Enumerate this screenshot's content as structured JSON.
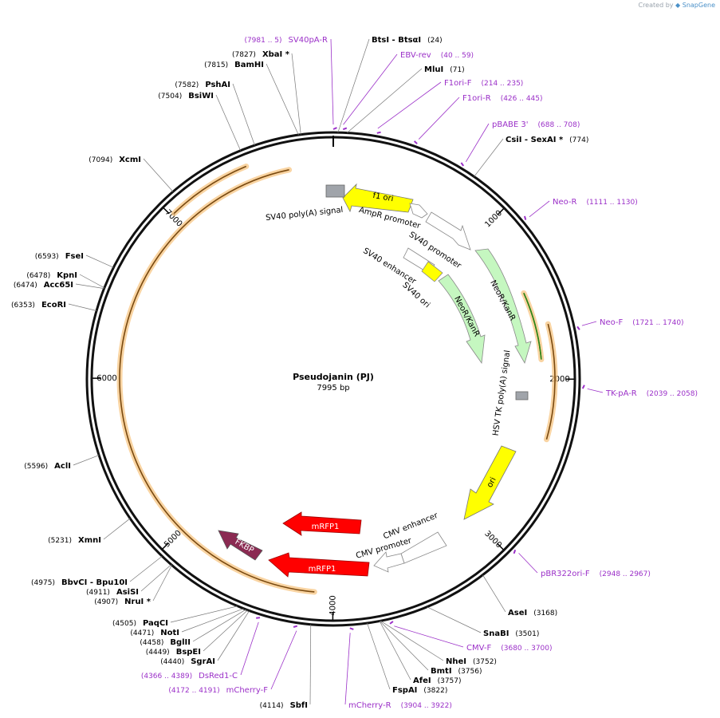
{
  "credit": {
    "prefix": "Created by",
    "brand": "SnapGene"
  },
  "plasmid": {
    "name": "Pseudojanin (PJ)",
    "length_label": "7995 bp",
    "length": 7995
  },
  "colors": {
    "primer": "#9b30c8",
    "enzyme": "#000000",
    "ticks": "#000000",
    "orf_fill": "#c77b1a",
    "orf_glow": "#f6c27a"
  },
  "ticks": [
    {
      "label": "1000",
      "pos": 1000
    },
    {
      "label": "2000",
      "pos": 2000
    },
    {
      "label": "3000",
      "pos": 3000
    },
    {
      "label": "4000",
      "pos": 4000
    },
    {
      "label": "5000",
      "pos": 5000
    },
    {
      "label": "6000",
      "pos": 6000
    },
    {
      "label": "7000",
      "pos": 7000
    }
  ],
  "enzymes": [
    {
      "name": "BtsI",
      "name2": "BtsαI",
      "pos": "(24)",
      "site": 24
    },
    {
      "name": "MluI",
      "pos": "(71)",
      "site": 71
    },
    {
      "name": "CsiI",
      "name2": "SexAI *",
      "pos": "(774)",
      "site": 774
    },
    {
      "name": "AseI",
      "pos": "(3168)",
      "site": 3168
    },
    {
      "name": "SnaBI",
      "pos": "(3501)",
      "site": 3501
    },
    {
      "name": "NheI",
      "pos": "(3752)",
      "site": 3752
    },
    {
      "name": "BmtI",
      "pos": "(3756)",
      "site": 3756
    },
    {
      "name": "AfeI",
      "pos": "(3757)",
      "site": 3757
    },
    {
      "name": "FspAI",
      "pos": "(3822)",
      "site": 3822
    },
    {
      "name": "SbfI",
      "pos": "(4114)",
      "site": 4114
    },
    {
      "name": "SgrAI",
      "pos": "(4440)",
      "site": 4440
    },
    {
      "name": "BspEI",
      "pos": "(4449)",
      "site": 4449
    },
    {
      "name": "BglII",
      "pos": "(4458)",
      "site": 4458
    },
    {
      "name": "NotI",
      "pos": "(4471)",
      "site": 4471
    },
    {
      "name": "PaqCI",
      "pos": "(4505)",
      "site": 4505
    },
    {
      "name": "NruI *",
      "pos": "(4907)",
      "site": 4907
    },
    {
      "name": "AsiSI",
      "pos": "(4911)",
      "site": 4911
    },
    {
      "name": "BbvCI",
      "name2": "Bpu10I",
      "pos": "(4975)",
      "site": 4975
    },
    {
      "name": "XmnI",
      "pos": "(5231)",
      "site": 5231
    },
    {
      "name": "AclI",
      "pos": "(5596)",
      "site": 5596
    },
    {
      "name": "EcoRI",
      "pos": "(6353)",
      "site": 6353
    },
    {
      "name": "Acc65I",
      "pos": "(6474)",
      "site": 6474
    },
    {
      "name": "KpnI",
      "pos": "(6478)",
      "site": 6478
    },
    {
      "name": "FseI",
      "pos": "(6593)",
      "site": 6593
    },
    {
      "name": "XcmI",
      "pos": "(7094)",
      "site": 7094
    },
    {
      "name": "BsiWI",
      "pos": "(7504)",
      "site": 7504
    },
    {
      "name": "PshAI",
      "pos": "(7582)",
      "site": 7582
    },
    {
      "name": "BamHI",
      "pos": "(7815)",
      "site": 7815
    },
    {
      "name": "XbaI *",
      "pos": "(7827)",
      "site": 7827
    }
  ],
  "primers": [
    {
      "name": "SV40pA-R",
      "range": "(7981 .. 5)",
      "site": 7995,
      "dir": 1
    },
    {
      "name": "EBV-rev",
      "range": "(40 .. 59)",
      "site": 50,
      "dir": 1
    },
    {
      "name": "F1ori-F",
      "range": "(214 .. 235)",
      "site": 224,
      "dir": 1
    },
    {
      "name": "F1ori-R",
      "range": "(426 .. 445)",
      "site": 436,
      "dir": -1
    },
    {
      "name": "pBABE 3'",
      "range": "(688 .. 708)",
      "site": 698,
      "dir": -1
    },
    {
      "name": "Neo-R",
      "range": "(1111 .. 1130)",
      "site": 1120,
      "dir": -1
    },
    {
      "name": "Neo-F",
      "range": "(1721 .. 1740)",
      "site": 1730,
      "dir": 1
    },
    {
      "name": "TK-pA-R",
      "range": "(2039 .. 2058)",
      "site": 2048,
      "dir": -1
    },
    {
      "name": "pBR322ori-F",
      "range": "(2948 .. 2967)",
      "site": 2958,
      "dir": 1
    },
    {
      "name": "CMV-F",
      "range": "(3680 .. 3700)",
      "site": 3690,
      "dir": 1
    },
    {
      "name": "mCherry-R",
      "range": "(3904 .. 3922)",
      "site": 3913,
      "dir": -1
    },
    {
      "name": "mCherry-F",
      "range": "(4172 .. 4191)",
      "site": 4182,
      "dir": 1
    },
    {
      "name": "DsRed1-C",
      "range": "(4366 .. 4389)",
      "site": 4377,
      "dir": 1
    }
  ],
  "features": [
    {
      "label": "f1 ori",
      "color": "#ffff00"
    },
    {
      "label": "AmpR promoter",
      "color": "#ffffff"
    },
    {
      "label": "SV40 promoter",
      "color": "#ffffff"
    },
    {
      "label": "SV40 poly(A) signal",
      "color": "#a0a4aa"
    },
    {
      "label": "SV40 enhancer",
      "color": "#ffffff"
    },
    {
      "label": "SV40 ori",
      "color": "#ffff00"
    },
    {
      "label": "NeoR/KanR",
      "color": "#c5f7c0"
    },
    {
      "label": "NeoR/KanR",
      "color": "#c5f7c0"
    },
    {
      "label": "HSV TK poly(A) signal",
      "color": "#a0a4aa"
    },
    {
      "label": "ori",
      "color": "#ffff00"
    },
    {
      "label": "CMV enhancer",
      "color": "#ffffff"
    },
    {
      "label": "CMV promoter",
      "color": "#ffffff"
    },
    {
      "label": "mRFP1",
      "color": "#ff0000"
    },
    {
      "label": "mRFP1",
      "color": "#ff0000"
    },
    {
      "label": "FKBP",
      "color": "#8b2a52"
    }
  ]
}
